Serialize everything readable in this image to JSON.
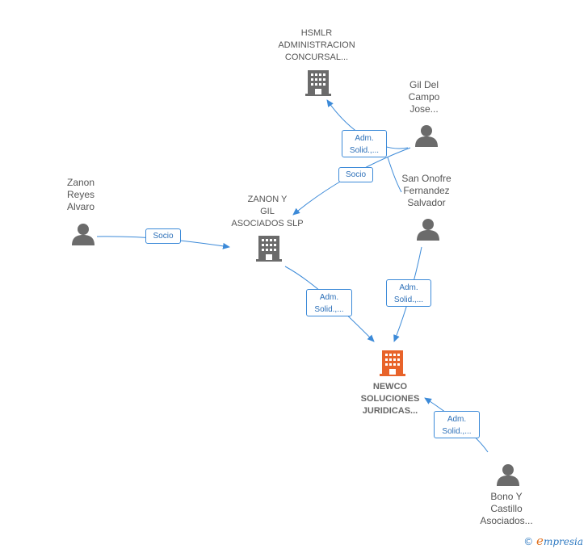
{
  "colors": {
    "edge": "#3c8ad8",
    "person": "#6b6b6b",
    "company": "#6b6b6b",
    "focus": "#e8632a"
  },
  "nodes": {
    "hsmlr": {
      "label": "HSMLR\nADMINISTRACION\nCONCURSAL...",
      "icon": "building-icon"
    },
    "gil_del_campo": {
      "label": "Gil Del\nCampo\nJose...",
      "icon": "person-icon"
    },
    "zanon_reyes": {
      "label": "Zanon\nReyes\nAlvaro",
      "icon": "person-icon"
    },
    "zanon_gil": {
      "label": "ZANON Y\nGIL\nASOCIADOS SLP",
      "icon": "building-icon"
    },
    "san_onofre": {
      "label": "San Onofre\nFernandez\nSalvador",
      "icon": "person-icon"
    },
    "newco": {
      "label": "NEWCO\nSOLUCIONES\nJURIDICAS...",
      "icon": "building-icon"
    },
    "bono_castillo": {
      "label": "Bono Y\nCastillo\nAsociados...",
      "icon": "person-icon"
    }
  },
  "edges": {
    "gil_to_hsmlr": {
      "label": "Adm.\nSolid.,..."
    },
    "gil_to_zanongil": {
      "label": "Socio"
    },
    "zanonreyes_to_zanongil": {
      "label": "Socio"
    },
    "zanongil_to_newco": {
      "label": "Adm.\nSolid.,..."
    },
    "sanonofre_to_newco": {
      "label": "Adm.\nSolid.,..."
    },
    "bono_to_newco": {
      "label": "Adm.\nSolid.,..."
    }
  },
  "branding": {
    "copyright": "©",
    "name_initial": "e",
    "name_rest": "mpresia"
  }
}
